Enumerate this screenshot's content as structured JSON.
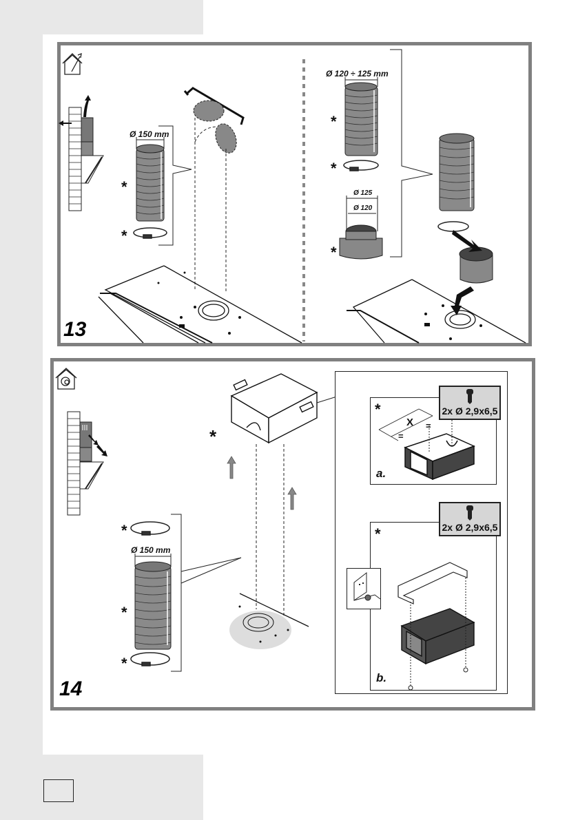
{
  "page": {
    "page_number_box": ""
  },
  "figure_13": {
    "number": "13",
    "icon": "house-outlet-icon",
    "left": {
      "hose_diameter": "Ø 150 mm",
      "markers": [
        "*",
        "*"
      ]
    },
    "right": {
      "hose_diameter": "Ø 120 ÷ 125 mm",
      "adapter_outer": "Ø 125",
      "adapter_inner": "Ø 120",
      "markers": [
        "*",
        "*",
        "*"
      ]
    }
  },
  "figure_14": {
    "number": "14",
    "icon": "house-recirculation-icon",
    "hose_diameter": "Ø 150 mm",
    "markers": [
      "*",
      "*",
      "*",
      "*"
    ],
    "detail_a": {
      "label": "a.",
      "marker": "*",
      "screws": "2x Ø 2,9x6,5",
      "dimension_x": "X",
      "equal_marks": [
        "=",
        "="
      ]
    },
    "detail_b": {
      "label": "b.",
      "marker": "*",
      "screws": "2x Ø 2,9x6,5"
    }
  }
}
